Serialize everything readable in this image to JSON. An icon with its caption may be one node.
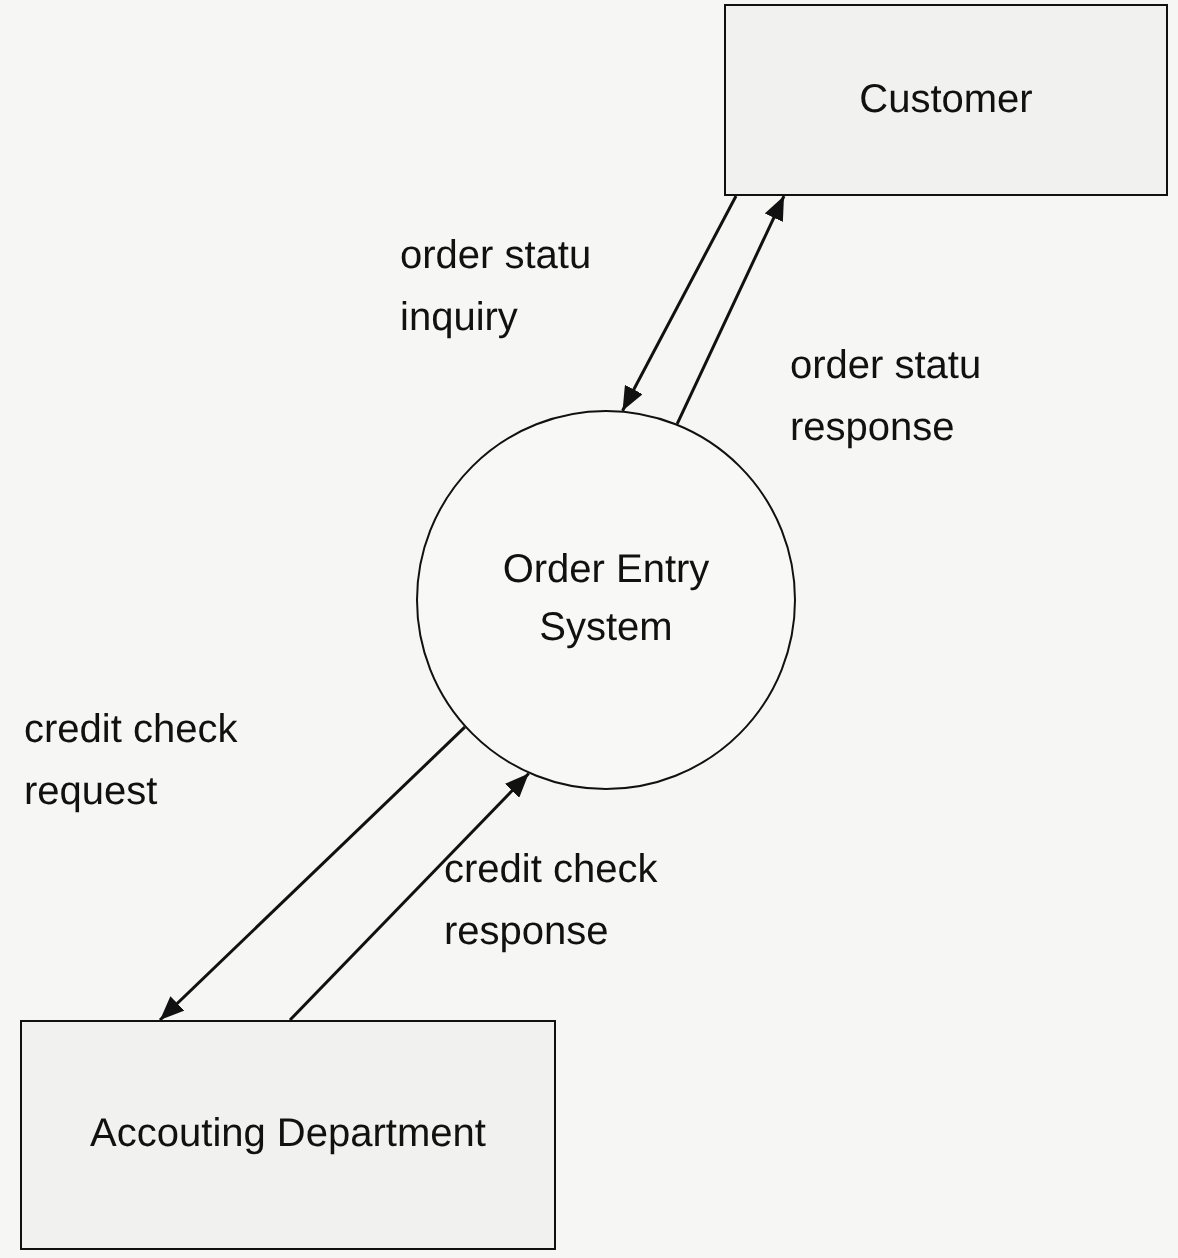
{
  "diagram": {
    "nodes": [
      {
        "text": [
          "Customer"
        ]
      },
      {
        "text": [
          "Order Entry System"
        ]
      },
      {
        "text": [
          "Accouting Department"
        ]
      }
    ],
    "edges": [
      {
        "from": 0,
        "to": 1,
        "arrow": "to",
        "label": "order statu inquiry"
      },
      {
        "from": 1,
        "to": 0,
        "arrow": "to",
        "label": "order statu response"
      },
      {
        "from": 1,
        "to": 2,
        "arrow": "to",
        "label": "credit check request"
      },
      {
        "from": 2,
        "to": 1,
        "arrow": "to",
        "label": "credit check response"
      }
    ]
  }
}
